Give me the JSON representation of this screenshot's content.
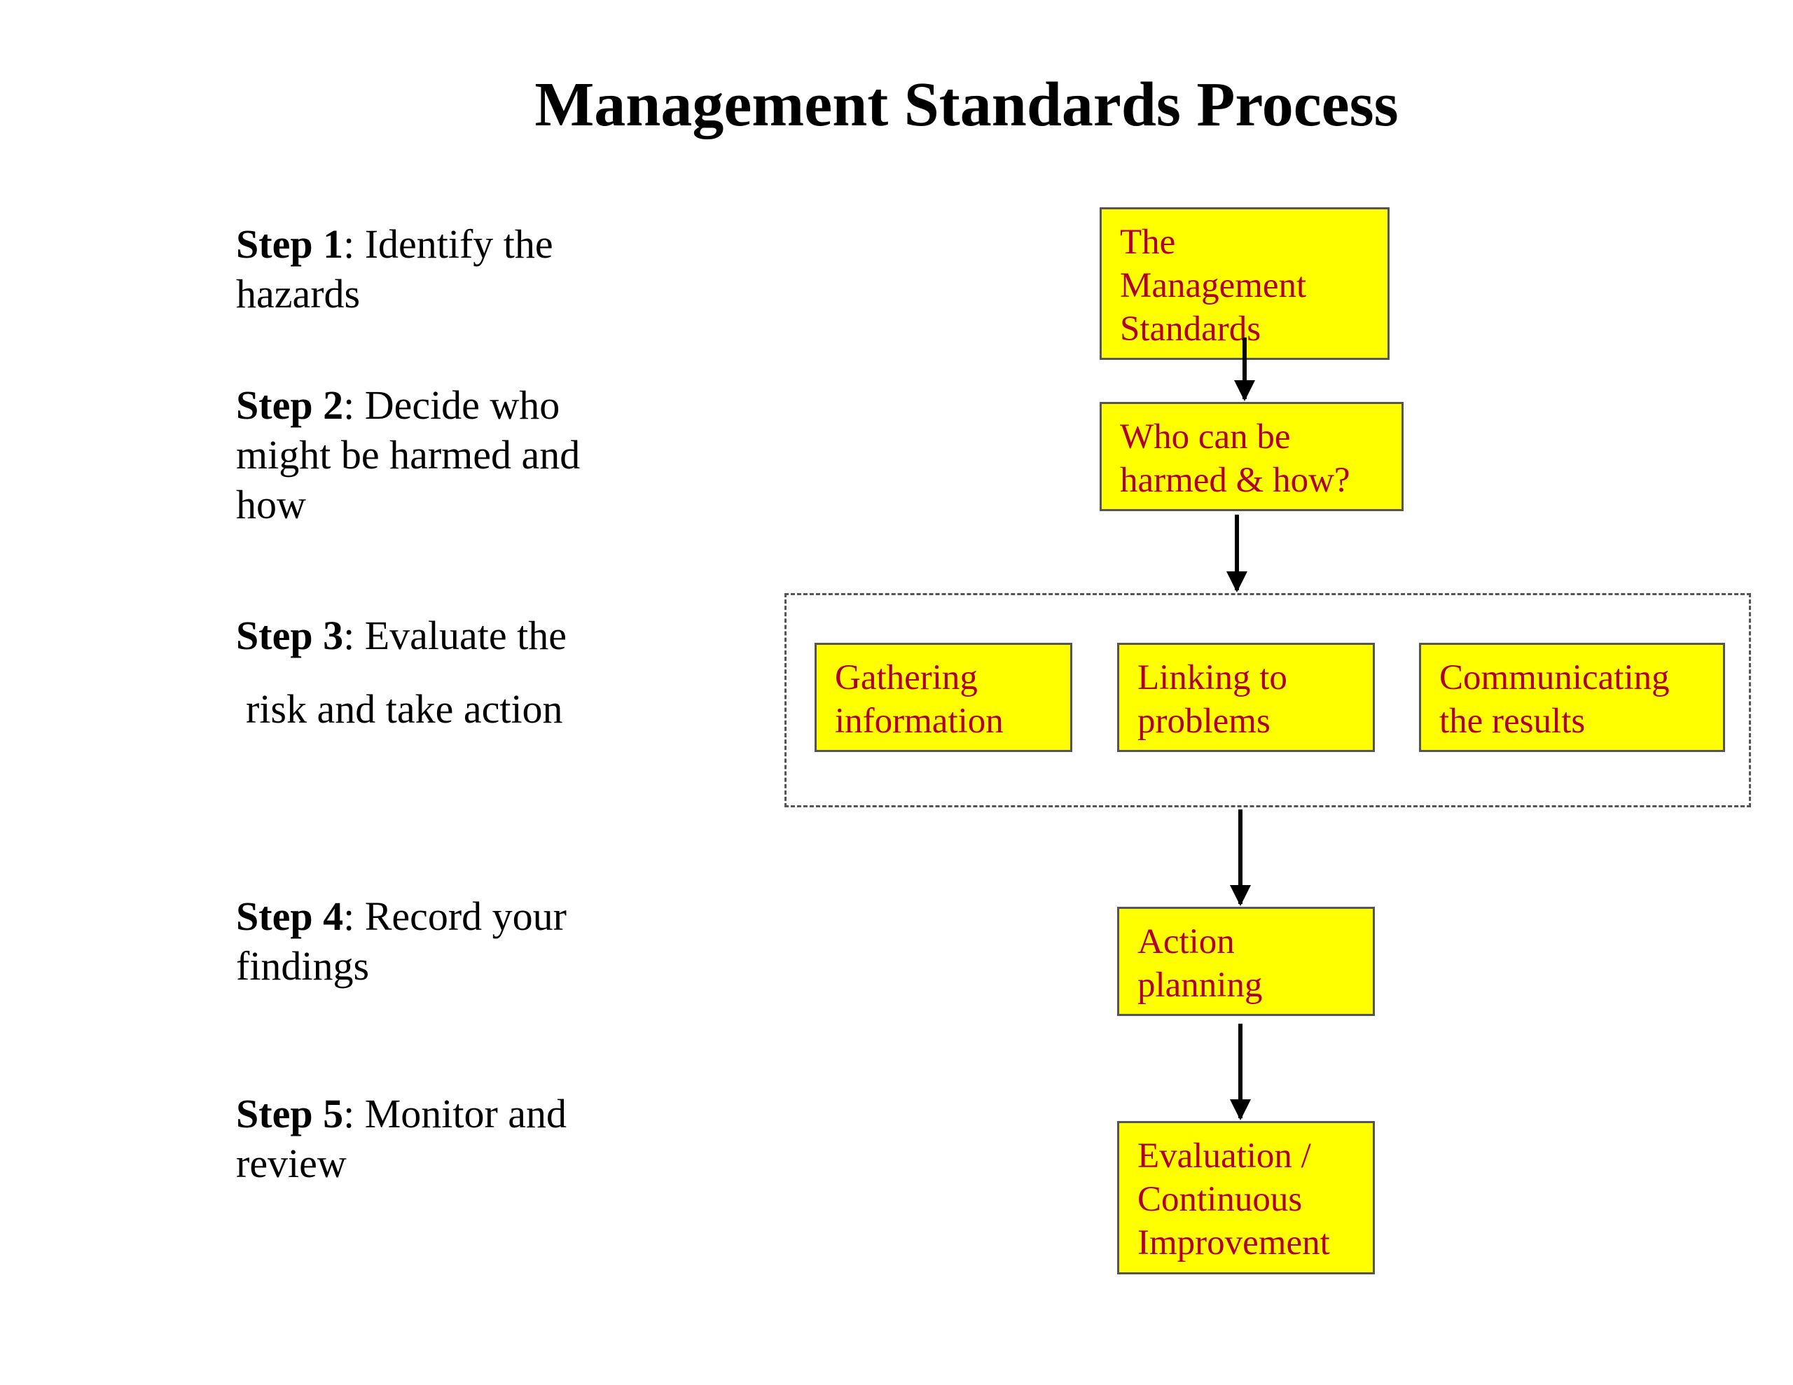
{
  "title": "Management Standards Process",
  "steps": [
    {
      "label": "Step 1",
      "text": ": Identify the",
      "text2": "hazards"
    },
    {
      "label": "Step 2",
      "text": ": Decide who",
      "text2": "might be harmed and",
      "text3": "how"
    },
    {
      "label": "Step 3",
      "text": ": Evaluate the",
      "text2": "risk and take action"
    },
    {
      "label": "Step 4",
      "text": ": Record your",
      "text2": "findings"
    },
    {
      "label": "Step 5",
      "text": ": Monitor and",
      "text2": "review"
    }
  ],
  "flow": {
    "management_standards": "The\nManagement\nStandards",
    "who_harmed": "Who can be\nharmed & how?",
    "gathering": "Gathering\ninformation",
    "linking": "Linking to\nproblems",
    "communicating": "Communicating\nthe results",
    "action_planning": "Action\nplanning",
    "evaluation": "Evaluation /\nContinuous\nImprovement"
  },
  "colors": {
    "box_fill": "#ffff00",
    "box_text": "#b0002a",
    "box_border": "#555555"
  }
}
